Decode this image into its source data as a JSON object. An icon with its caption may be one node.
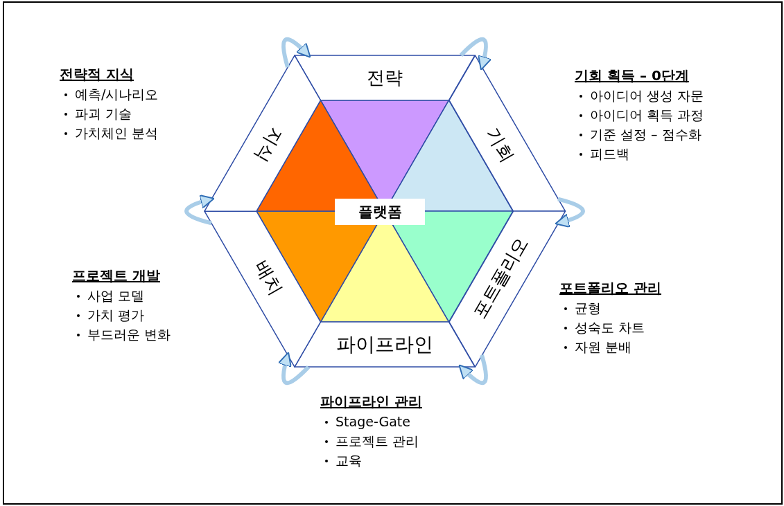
{
  "diagram": {
    "nodes": [
      {
        "text": [
          "전략"
        ]
      },
      {
        "text": [
          "기회"
        ]
      },
      {
        "text": [
          "포트폴리오"
        ]
      },
      {
        "text": [
          "파이프라인"
        ]
      },
      {
        "text": [
          "배치"
        ]
      },
      {
        "text": [
          "지식"
        ]
      },
      {
        "text": [
          "플랫폼"
        ]
      }
    ],
    "edges": [
      {
        "from": 5,
        "to": 0,
        "arrow": "to"
      },
      {
        "from": 0,
        "to": 1,
        "arrow": "to"
      },
      {
        "from": 1,
        "to": 2,
        "arrow": "to"
      },
      {
        "from": 2,
        "to": 3,
        "arrow": "to"
      },
      {
        "from": 3,
        "to": 4,
        "arrow": "to"
      },
      {
        "from": 4,
        "to": 5,
        "arrow": "to"
      }
    ],
    "labels": [
      "전략적 지식",
      "예측/시나리오",
      "파괴 기술",
      "가치체인 분석",
      "기회 획득 – 0단계",
      "아이디어 생성 자문",
      "아이디어 획득 과정",
      "기준 설정 – 점수화",
      "피드백",
      "프로젝트 개발",
      "사업 모델",
      "가치 평가",
      "부드러운 변화",
      "포트폴리오 관리",
      "균형",
      "성숙도 차트",
      "자원 분배",
      "파이프라인 관리",
      "Stage-Gate",
      "프로젝트 관리",
      "교육"
    ]
  }
}
